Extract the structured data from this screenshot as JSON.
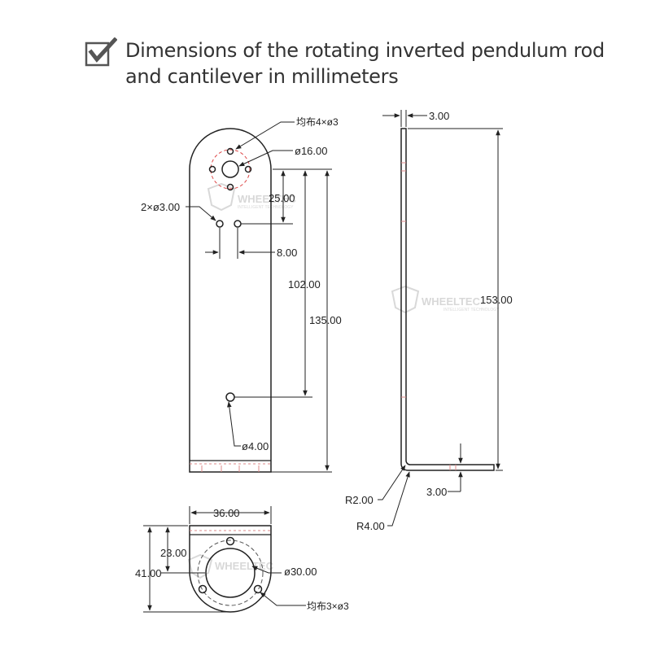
{
  "header": {
    "title": "Dimensions of the rotating inverted pendulum rod and cantilever in millimeters"
  },
  "watermark": {
    "brand": "WHEELTEC",
    "tagline": "INTELLIGENT TECHNOLOGY"
  },
  "front_view": {
    "holes_label": "均布4×ø3",
    "big_circle_label": "ø16.00",
    "two_holes_label": "2×ø3.00",
    "spacing_25": "25.00",
    "spacing_8": "8.00",
    "length_102": "102.00",
    "length_135": "135.00",
    "bottom_hole_label": "ø4.00"
  },
  "side_view": {
    "thickness": "3.00",
    "height": "153.00",
    "inner_radius": "R2.00",
    "outer_radius": "R4.00",
    "foot_thickness": "3.00"
  },
  "cantilever": {
    "width": "36.00",
    "depth_23": "23.00",
    "depth_41": "41.00",
    "hole_diameter": "ø30.00",
    "holes_label": "均布3×ø3"
  }
}
